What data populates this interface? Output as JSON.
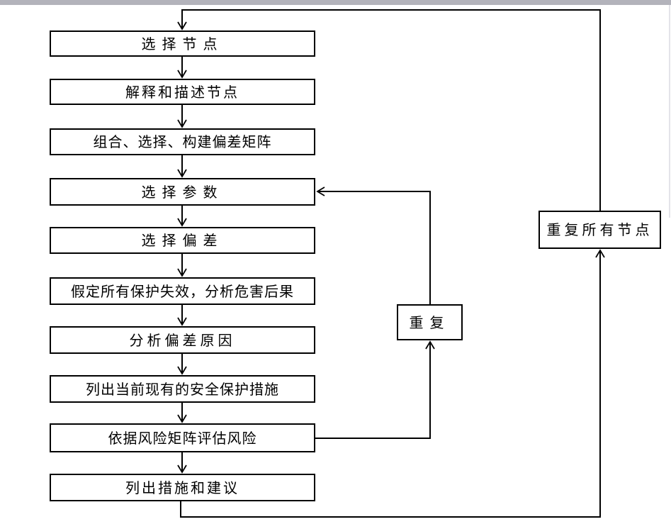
{
  "diagram": {
    "main_steps": [
      {
        "label": "选择节点"
      },
      {
        "label": "解释和描述节点"
      },
      {
        "label": "组合、选择、构建偏差矩阵"
      },
      {
        "label": "选择参数"
      },
      {
        "label": "选择偏差"
      },
      {
        "label": "假定所有保护失效，分析危害后果"
      },
      {
        "label": "分析偏差原因"
      },
      {
        "label": "列出当前现有的安全保护措施"
      },
      {
        "label": "依据风险矩阵评估风险"
      },
      {
        "label": "列出措施和建议"
      }
    ],
    "loops": {
      "inner_label": "重复",
      "outer_label": "重复所有节点"
    },
    "colors": {
      "line": "#000000",
      "box_border": "#000000",
      "background": "#ffffff",
      "top_bar": "#b3b3bb"
    }
  }
}
